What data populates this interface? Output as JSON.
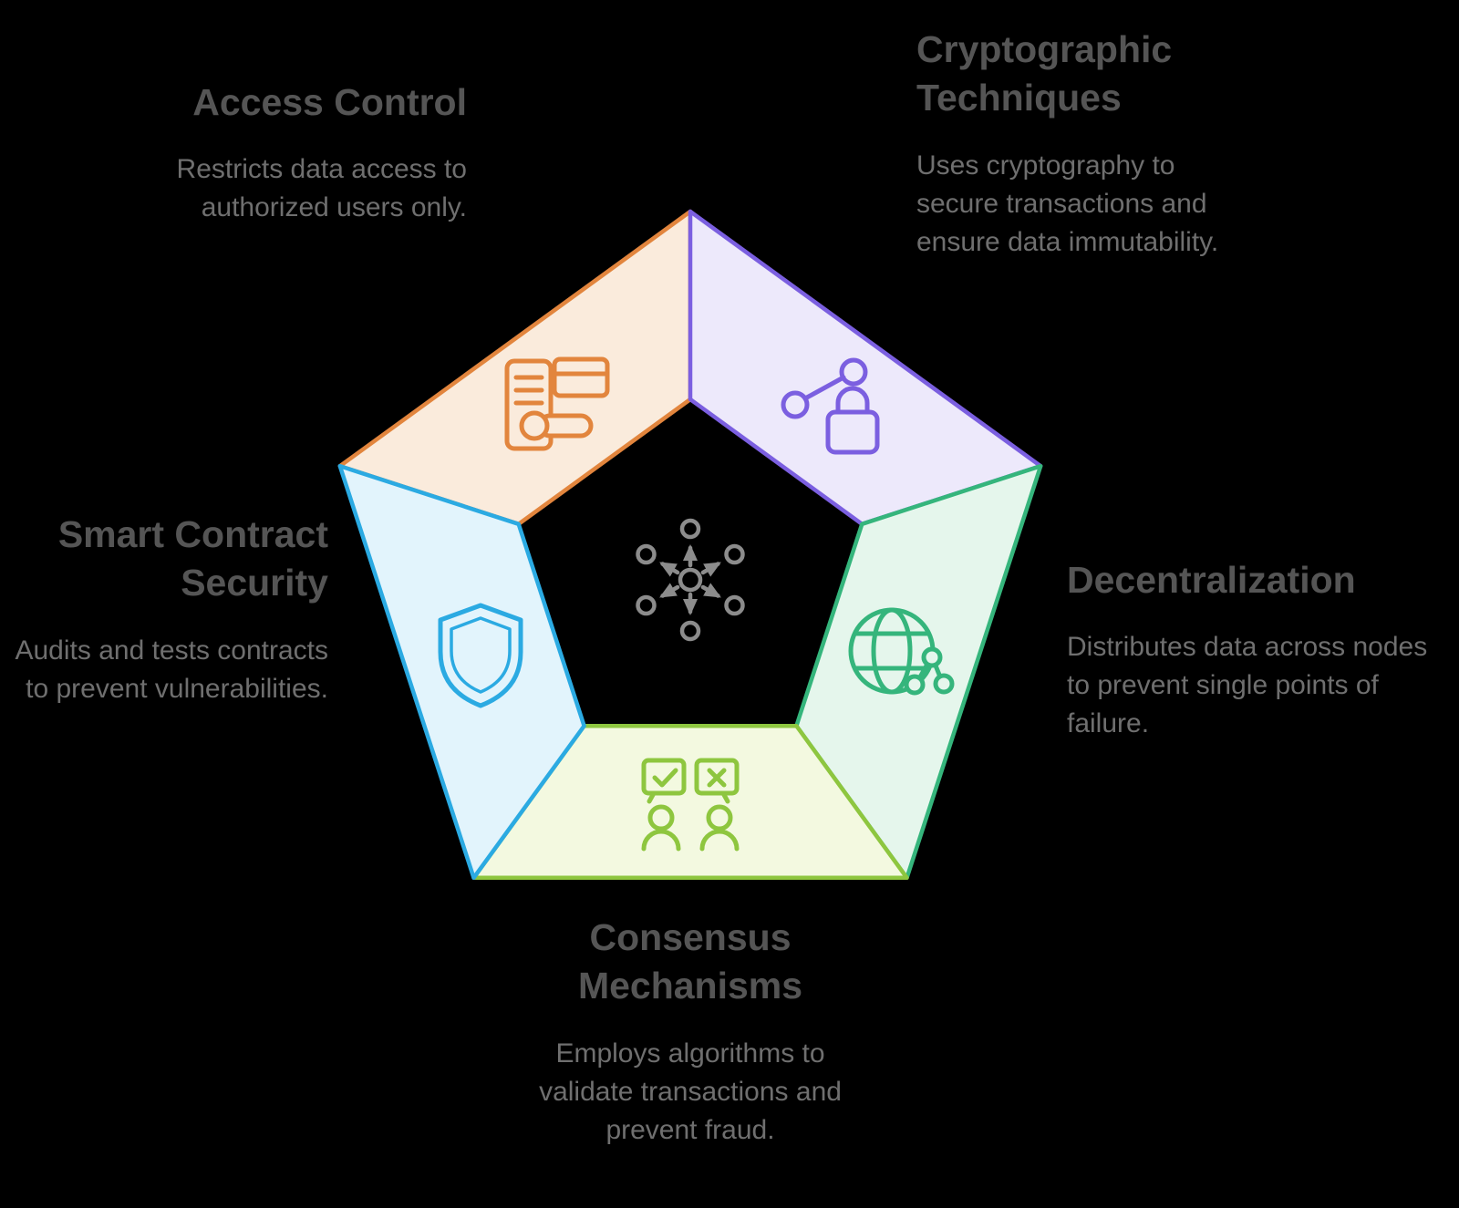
{
  "background_color": "#000000",
  "text_colors": {
    "title": "#555555",
    "description": "#6F6F6F"
  },
  "center": {
    "icon": "network-hub-icon",
    "color": "#8C8C8C"
  },
  "sections": [
    {
      "id": "access-control",
      "title": "Access Control",
      "description": "Restricts data access to authorized users only.",
      "accent": "#E2853D",
      "fill": "#FAEBDC",
      "icon": "keycard-access-icon"
    },
    {
      "id": "cryptographic-techniques",
      "title": "Cryptographic Techniques",
      "description": "Uses cryptography to secure transactions and ensure data immutability.",
      "accent": "#7B5FE0",
      "fill": "#EDE9FB",
      "icon": "encryption-lock-icon"
    },
    {
      "id": "decentralization",
      "title": "Decentralization",
      "description": "Distributes data across nodes to prevent single points of failure.",
      "accent": "#35B57C",
      "fill": "#E5F6EC",
      "icon": "decentralized-globe-icon"
    },
    {
      "id": "consensus-mechanisms",
      "title": "Consensus Mechanisms",
      "description": "Employs algorithms to validate transactions and prevent fraud.",
      "accent": "#8EC63F",
      "fill": "#F3F9E0",
      "icon": "consensus-vote-icon"
    },
    {
      "id": "smart-contract-security",
      "title": "Smart Contract Security",
      "description": "Audits and tests contracts to prevent vulnerabilities.",
      "accent": "#2BAAE2",
      "fill": "#E2F4FC",
      "icon": "shield-icon"
    }
  ]
}
